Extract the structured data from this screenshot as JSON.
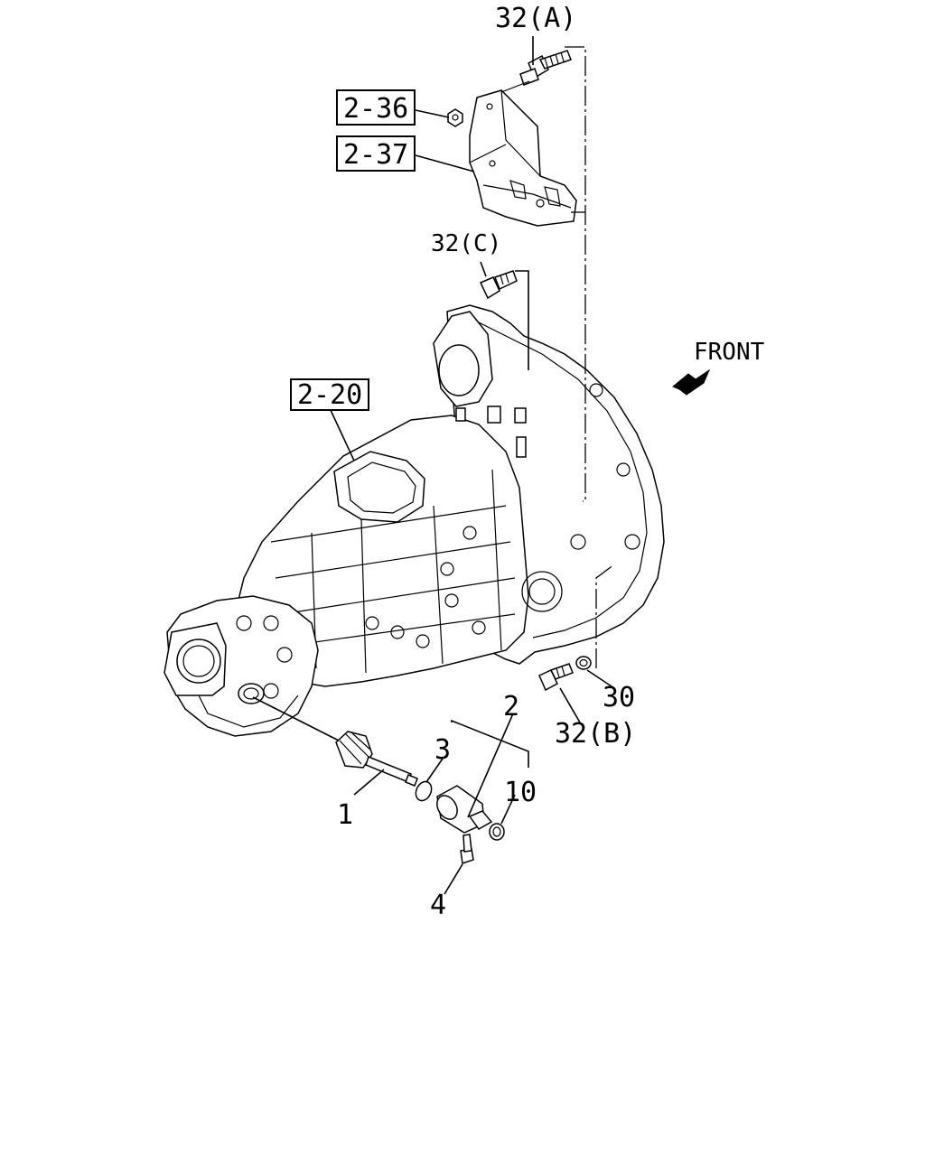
{
  "callouts": {
    "c32a": "32(A)",
    "ref236": "2-36",
    "ref237": "2-37",
    "c32c": "32(C)",
    "ref220": "2-20",
    "front": "FRONT",
    "c32b": "32(B)",
    "c30": "30",
    "c2": "2",
    "c3": "3",
    "c10": "10",
    "c1": "1",
    "c4": "4"
  }
}
